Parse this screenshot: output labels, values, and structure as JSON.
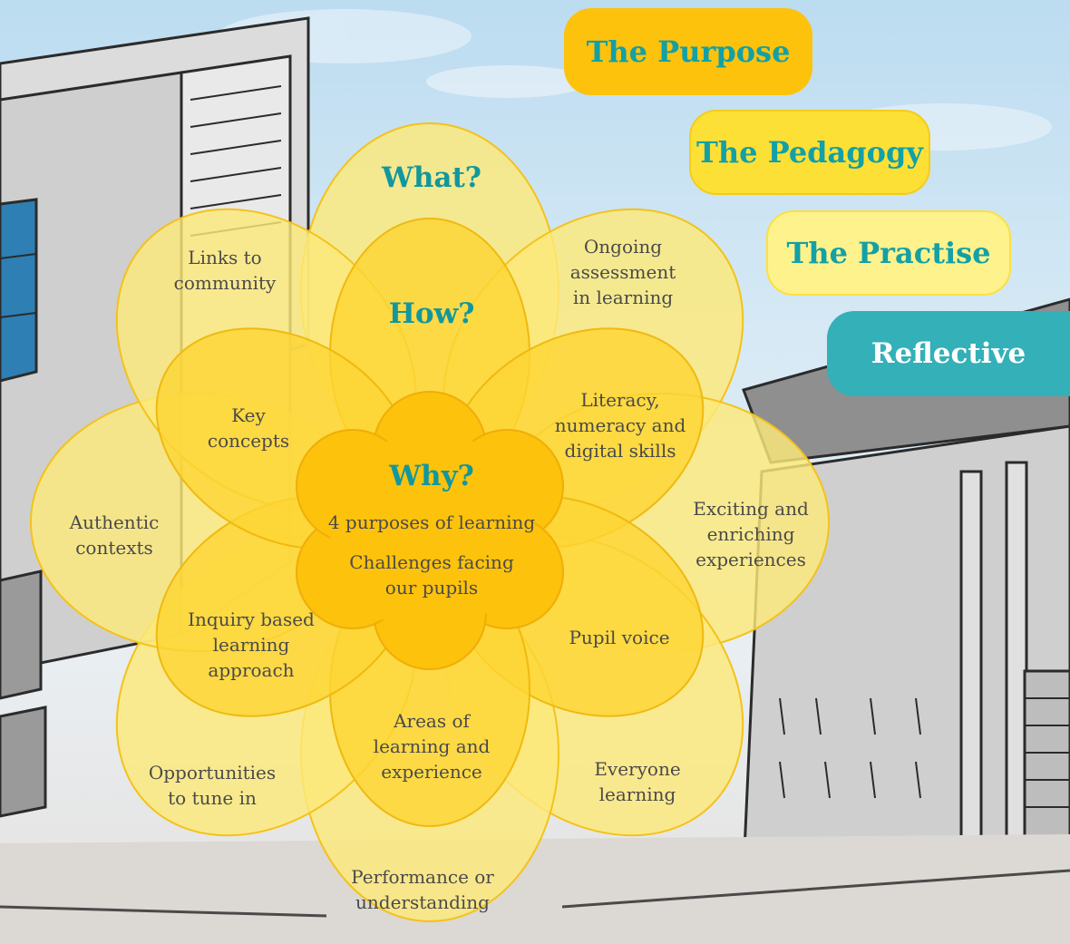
{
  "pills": {
    "purpose": "The Purpose",
    "pedagogy": "The Pedagogy",
    "practise": "The Practise",
    "reflective": "Reflective"
  },
  "questions": {
    "what": "What?",
    "how": "How?",
    "why": "Why?"
  },
  "center": {
    "line1": "4 purposes of learning",
    "line2a": "Challenges facing",
    "line2b": "our pupils"
  },
  "outer_petals": {
    "links_to_community": [
      "Links to",
      "community"
    ],
    "ongoing_assessment": [
      "Ongoing",
      "assessment",
      "in learning"
    ],
    "authentic_contexts": [
      "Authentic",
      "contexts"
    ],
    "exciting_experiences": [
      "Exciting and",
      "enriching",
      "experiences"
    ],
    "opportunities_tune_in": [
      "Opportunities",
      "to tune in"
    ],
    "everyone_learning": [
      "Everyone",
      "learning"
    ],
    "performance_understanding": [
      "Performance or",
      "understanding"
    ]
  },
  "inner_petals": {
    "key_concepts": [
      "Key",
      "concepts"
    ],
    "literacy_numeracy": [
      "Literacy,",
      "numeracy and",
      "digital skills"
    ],
    "inquiry_based": [
      "Inquiry based",
      "learning",
      "approach"
    ],
    "pupil_voice": [
      "Pupil voice"
    ],
    "areas_of_learning": [
      "Areas of",
      "learning and",
      "experience"
    ]
  },
  "colors": {
    "teal": "#12979d",
    "outer_petal": "#fde97a",
    "inner_petal": "#fdd634",
    "center": "#fdc20c"
  }
}
